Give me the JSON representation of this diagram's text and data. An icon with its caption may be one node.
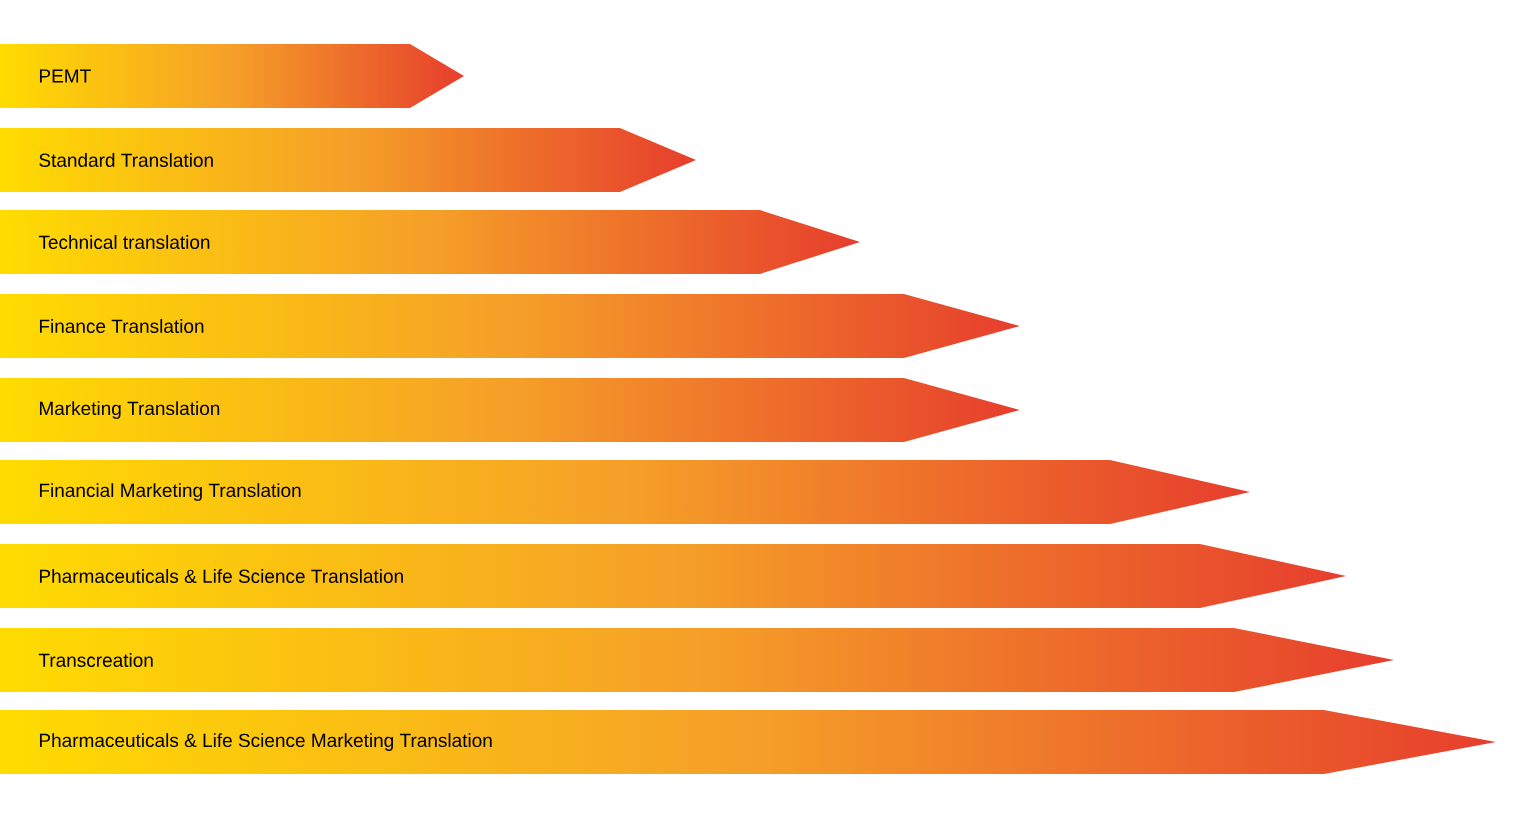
{
  "diagram": {
    "nodes": [
      {
        "text": [
          "PEMT"
        ]
      },
      {
        "text": [
          "Standard Translation"
        ]
      },
      {
        "text": [
          "Technical translation"
        ]
      },
      {
        "text": [
          "Finance Translation"
        ]
      },
      {
        "text": [
          "Marketing Translation"
        ]
      },
      {
        "text": [
          "Financial Marketing Translation"
        ]
      },
      {
        "text": [
          "Pharmaceuticals & Life Science Translation"
        ]
      },
      {
        "text": [
          "Transcreation"
        ]
      },
      {
        "text": [
          "Pharmaceuticals & Life Science Marketing Translation"
        ]
      }
    ]
  }
}
